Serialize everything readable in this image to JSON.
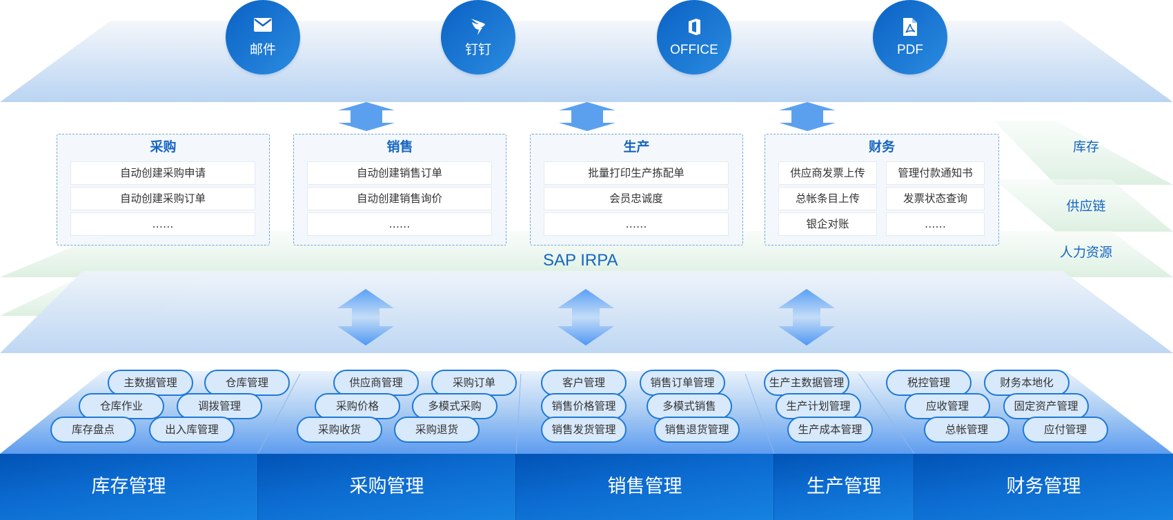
{
  "top_channels": [
    {
      "label": "邮件",
      "icon": "mail-icon"
    },
    {
      "label": "钉钉",
      "icon": "dingtalk-icon"
    },
    {
      "label": "OFFICE",
      "icon": "office-icon"
    },
    {
      "label": "PDF",
      "icon": "pdf-icon"
    }
  ],
  "scenario_panels": [
    {
      "title": "采购",
      "items": [
        "自动创建采购申请",
        "自动创建采购订单",
        "……"
      ]
    },
    {
      "title": "销售",
      "items": [
        "自动创建销售订单",
        "自动创建销售询价",
        "……"
      ]
    },
    {
      "title": "生产",
      "items": [
        "批量打印生产拣配单",
        "会员忠诚度",
        "……"
      ]
    },
    {
      "title": "财务",
      "items": [
        "供应商发票上传",
        "管理付款通知书",
        "总帐条目上传",
        "发票状态查询",
        "银企对账",
        "……"
      ]
    }
  ],
  "platform_label": "SAP IRPA",
  "side_layers": [
    "库存",
    "供应链",
    "人力资源"
  ],
  "modules": [
    {
      "name": "库存管理",
      "features": [
        "主数据管理",
        "仓库管理",
        "仓库作业",
        "调拨管理",
        "库存盘点",
        "出入库管理"
      ]
    },
    {
      "name": "采购管理",
      "features": [
        "供应商管理",
        "采购订单",
        "采购价格",
        "多模式采购",
        "采购收货",
        "采购退货"
      ]
    },
    {
      "name": "销售管理",
      "features": [
        "客户管理",
        "销售订单管理",
        "销售价格管理",
        "多模式销售",
        "销售发货管理",
        "销售退货管理"
      ]
    },
    {
      "name": "生产管理",
      "features": [
        "生产主数据管理",
        "生产计划管理",
        "生产成本管理"
      ]
    },
    {
      "name": "财务管理",
      "features": [
        "税控管理",
        "财务本地化",
        "应收管理",
        "固定资产管理",
        "总帐管理",
        "应付管理"
      ]
    }
  ],
  "colors": {
    "primary": "#1565c0",
    "circle_dark": "#0b62c4",
    "circle_light": "#2a8be0",
    "layer_blue": "#bcd6f3",
    "layer_green": "#dff0e4",
    "bubble_fill": "#d8e9fb",
    "bubble_border": "#1e78d6",
    "base_dark": "#0253b5",
    "base_light": "#1682e0"
  }
}
